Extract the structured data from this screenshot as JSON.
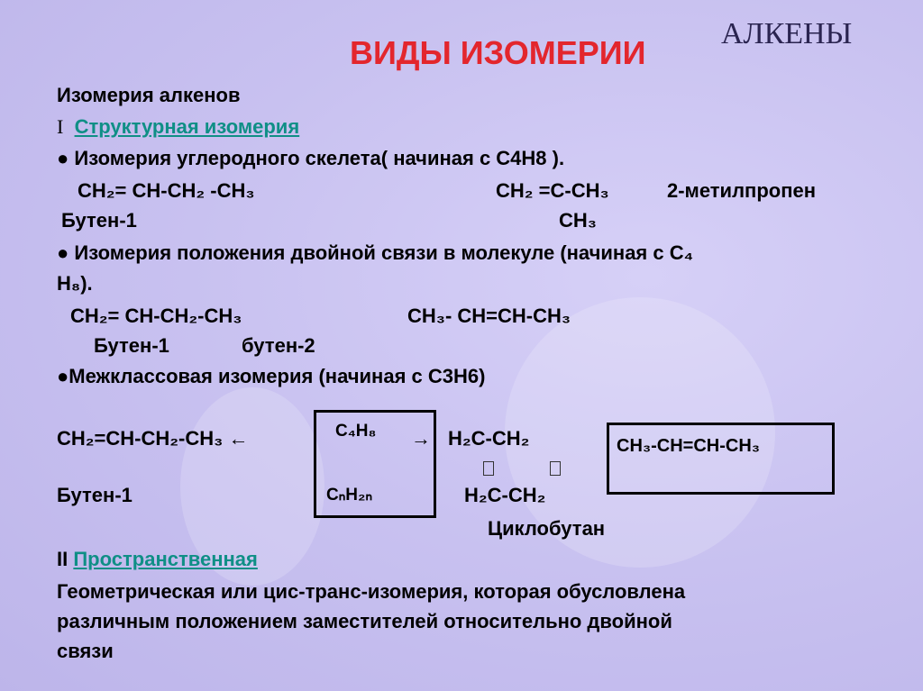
{
  "header": {
    "topic": "АЛКЕНЫ",
    "title": "ВИДЫ ИЗОМЕРИИ"
  },
  "content": {
    "intro": "Изомерия алкенов",
    "section1_numeral": "I",
    "section1_link": "Структурная изомерия",
    "bullet1": "● Изомерия углеродного скелета( начиная с С4Н8 ).",
    "butene1_formula": "CH₂= CH-CH₂ -CH₃",
    "methylpropene_formula": "CH₂ =C-CH₃",
    "methylpropene_name": "2-метилпропен",
    "butene1_name": "Бутен-1",
    "methyl_branch": "CH₃",
    "bullet2_line1": "●  Изомерия положения двойной связи в молекуле (начиная с С₄",
    "bullet2_line2": "Н₈).",
    "pos_butene1_formula": "CH₂= CH-CH₂-CH₃",
    "pos_butene2_formula": "CH₃- CH=CH-CH₃",
    "pos_butene1_name": "Бутен-1",
    "pos_butene2_name": "бутен-2",
    "bullet3": "●Межклассовая изомерия (начиная с С3Н6)",
    "interclass_butene_formula": "CH₂=CH-CH₂-CH₃",
    "arrow_left": "←",
    "box_formula_top": "C₄H₈",
    "box_formula_bottom": "CₙH₂ₙ",
    "arrow_right": "→",
    "cyclo_top": "H₂C-CH₂",
    "cyclo_bottom": "H₂C-CH₂",
    "cyclo_name": "Циклобутан",
    "interclass_butene_name": "Бутен-1",
    "boxed_butene2": "CH₃-CH=CH-CH₃",
    "section2_numeral": "II",
    "section2_link": "Пространственная",
    "geo_line1": "Геометрическая или цис-транс-изомерия, которая обусловлена",
    "geo_line2": "различным положением заместителей относительно двойной",
    "geo_line3": "связи"
  },
  "colors": {
    "title": "#e3262d",
    "link": "#0f8f86",
    "background": "#c8c1f0"
  }
}
